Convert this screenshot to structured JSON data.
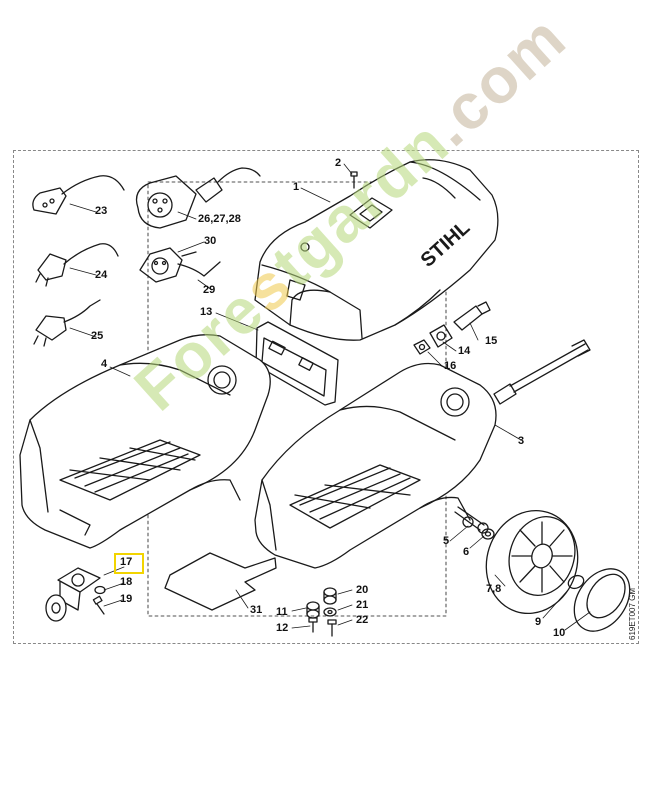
{
  "parts": [
    {
      "id": "label-1",
      "text": "1"
    },
    {
      "id": "label-2",
      "text": "2"
    },
    {
      "id": "label-3",
      "text": "3"
    },
    {
      "id": "label-4",
      "text": "4"
    },
    {
      "id": "label-5",
      "text": "5"
    },
    {
      "id": "label-6",
      "text": "6"
    },
    {
      "id": "label-7-8",
      "text": "7,8"
    },
    {
      "id": "label-9",
      "text": "9"
    },
    {
      "id": "label-10",
      "text": "10"
    },
    {
      "id": "label-11",
      "text": "11"
    },
    {
      "id": "label-12",
      "text": "12"
    },
    {
      "id": "label-13",
      "text": "13"
    },
    {
      "id": "label-14",
      "text": "14"
    },
    {
      "id": "label-15",
      "text": "15"
    },
    {
      "id": "label-16",
      "text": "16"
    },
    {
      "id": "label-17",
      "text": "17"
    },
    {
      "id": "label-18",
      "text": "18"
    },
    {
      "id": "label-19",
      "text": "19"
    },
    {
      "id": "label-20",
      "text": "20"
    },
    {
      "id": "label-21",
      "text": "21"
    },
    {
      "id": "label-22",
      "text": "22"
    },
    {
      "id": "label-23",
      "text": "23"
    },
    {
      "id": "label-24",
      "text": "24"
    },
    {
      "id": "label-25",
      "text": "25"
    },
    {
      "id": "label-26-27-28",
      "text": "26,27,28"
    },
    {
      "id": "label-29",
      "text": "29"
    },
    {
      "id": "label-30",
      "text": "30"
    },
    {
      "id": "label-31",
      "text": "31"
    }
  ],
  "brand_text": "STIHL",
  "document_code": "619ET007 GM",
  "watermark": [
    "Fore",
    "s",
    "tgardn",
    ".com"
  ],
  "highlighted_part": "17",
  "colors": {
    "highlight": "#f2d400",
    "line": "#1a1a1a",
    "watermark_green": "#b6d87a",
    "watermark_orange": "#f0c94d"
  }
}
